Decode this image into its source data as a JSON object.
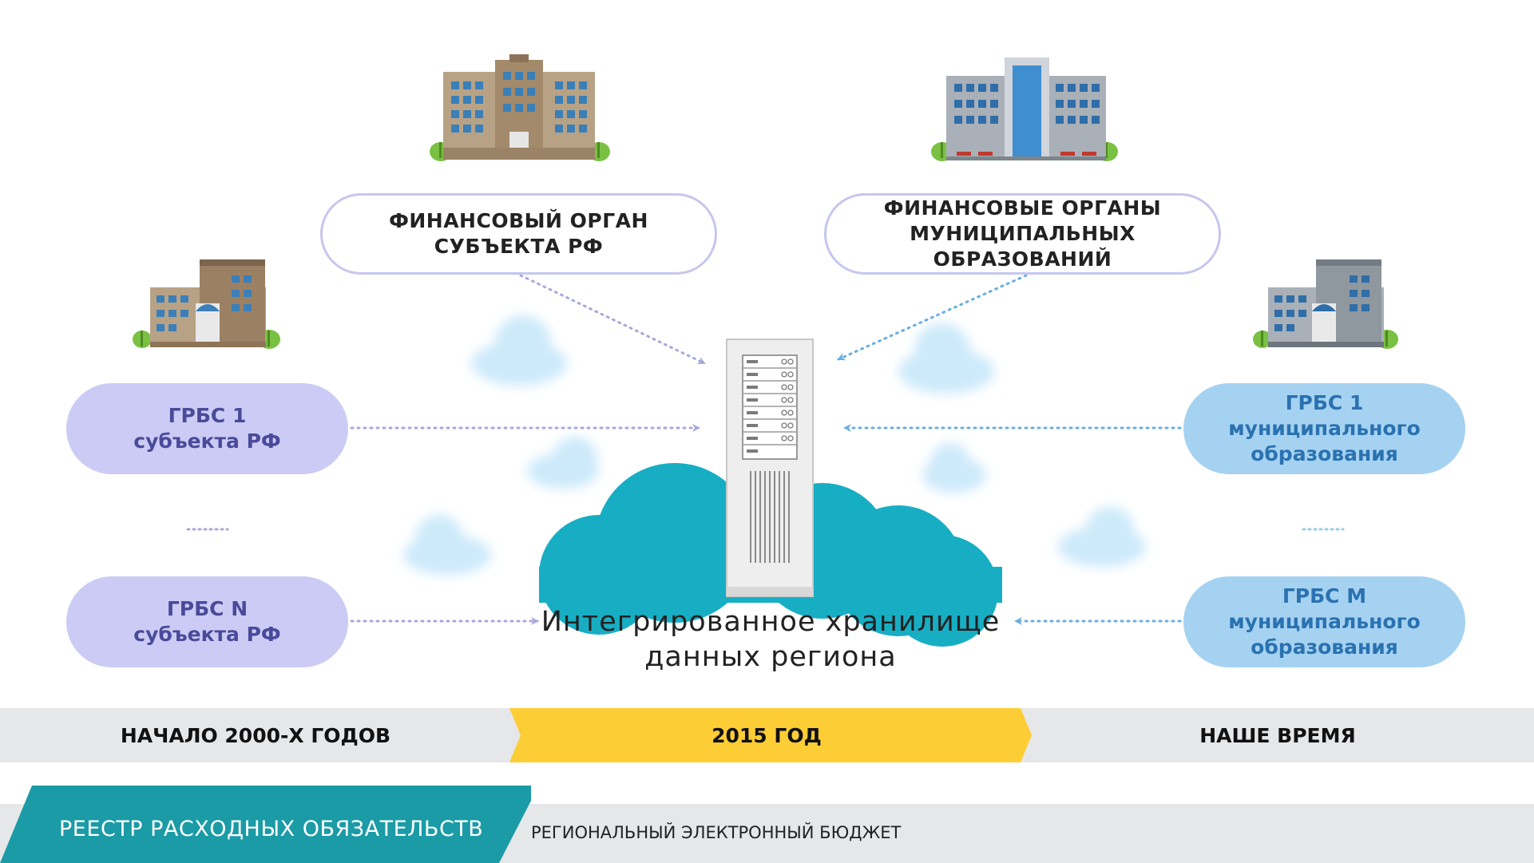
{
  "top_left_box": {
    "line1": "ФИНАНСОВЫЙ ОРГАН",
    "line2": "СУБЪЕКТА РФ"
  },
  "top_right_box": {
    "line1": "ФИНАНСОВЫЕ ОРГАНЫ",
    "line2": "МУНИЦИПАЛЬНЫХ ОБРАЗОВАНИЙ"
  },
  "left_boxes": [
    {
      "title": "ГРБС 1",
      "subtitle": "субъекта РФ"
    },
    {
      "title": "ГРБС N",
      "subtitle": "субъекта РФ"
    }
  ],
  "right_boxes": [
    {
      "title": "ГРБС 1",
      "line2": "муниципального",
      "line3": "образования"
    },
    {
      "title": "ГРБС М",
      "line2": "муниципального",
      "line3": "образования"
    }
  ],
  "center": {
    "line1": "Интегрированное хранилище",
    "line2": "данных региона"
  },
  "timeline": {
    "past": "НАЧАЛО 2000-Х ГОДОВ",
    "mid": "2015 ГОД",
    "now": "НАШЕ ВРЕМЯ"
  },
  "bottom": {
    "left": "РЕЕСТР РАСХОДНЫХ ОБЯЗАТЕЛЬСТВ",
    "right": "РЕГИОНАЛЬНЫЙ ЭЛЕКТРОННЫЙ БЮДЖЕТ"
  },
  "colors": {
    "cloud": "#17aec4",
    "timeline_yellow": "#fdcd35",
    "timeline_gray": "#e6e7e9",
    "bottom_teal": "#1a9ba6",
    "left_pill": "#cbcbf5",
    "right_pill": "#a6d2f2"
  }
}
